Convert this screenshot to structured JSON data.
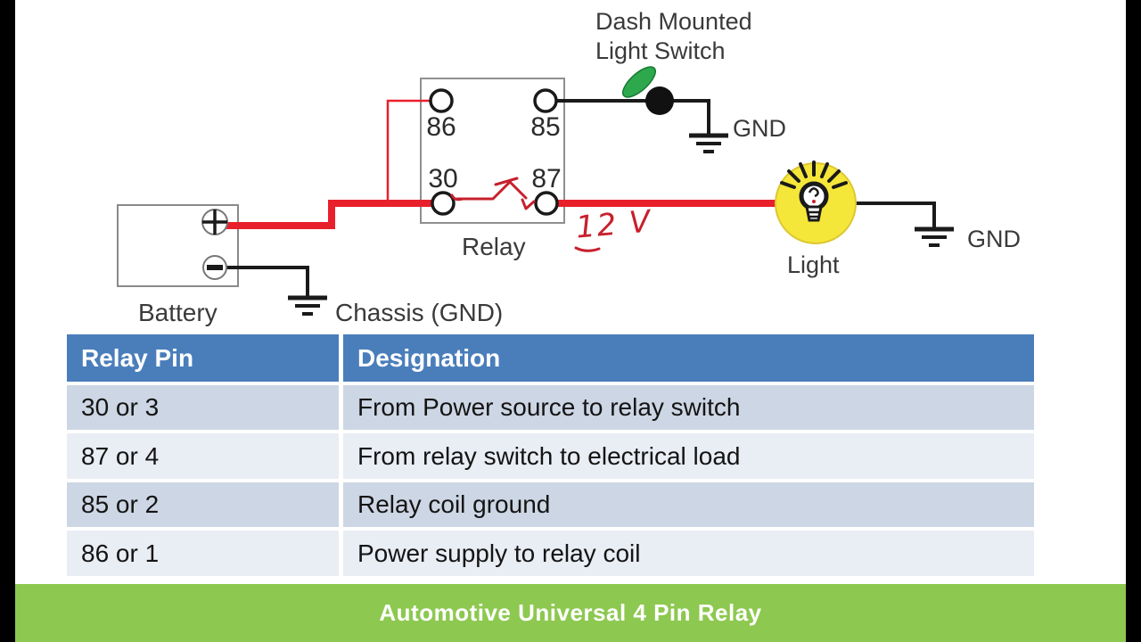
{
  "diagram": {
    "dash_switch_label": "Dash Mounted\nLight Switch",
    "relay_label": "Relay",
    "battery_label": "Battery",
    "chassis_label": "Chassis (GND)",
    "light_label": "Light",
    "switch_gnd_label": "GND",
    "light_gnd_label": "GND",
    "pins": {
      "top_left": "86",
      "top_right": "85",
      "bottom_left": "30",
      "bottom_right": "87"
    },
    "handwritten_annotation": "12 V",
    "icons": [
      "battery-box",
      "relay-box",
      "toggle-switch-icon",
      "light-bulb-icon",
      "ground-icon",
      "plus-terminal-icon",
      "minus-terminal-icon"
    ]
  },
  "table": {
    "headers": [
      "Relay Pin",
      "Designation"
    ],
    "rows": [
      {
        "pin": "30 or 3",
        "designation": "From Power source to relay switch"
      },
      {
        "pin": "87 or 4",
        "designation": "From relay switch to electrical load"
      },
      {
        "pin": "85 or 2",
        "designation": "Relay coil ground"
      },
      {
        "pin": "86 or 1",
        "designation": "Power supply to relay coil"
      }
    ]
  },
  "footer": {
    "title": "Automotive Universal 4 Pin Relay"
  },
  "colors": {
    "wire_red": "#e8202c",
    "hand_drawn_red": "#c7202c",
    "wire_black": "#1a1a1a",
    "table_header_blue": "#4a7ebb",
    "table_band_dark": "#cdd6e4",
    "table_band_light": "#e9edf4",
    "footer_green": "#8dc850",
    "switch_lever_green": "#2ea84d",
    "bulb_yellow": "#f5e63a"
  }
}
